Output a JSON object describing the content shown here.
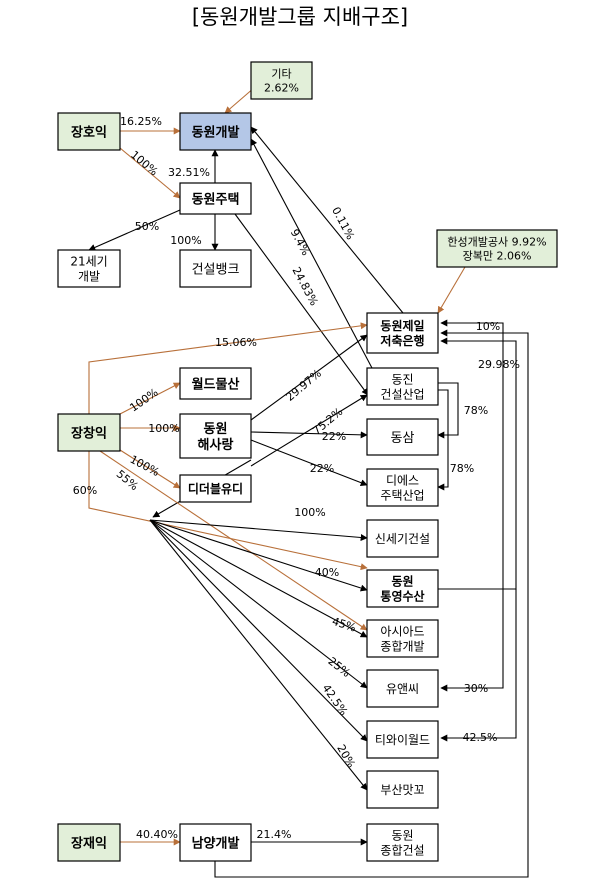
{
  "title": "[동원개발그룹 지배구조]",
  "colors": {
    "black": "#000000",
    "brown": "#b8703a",
    "person_fill": "#e2efd9",
    "highlight_fill": "#b4c7e7",
    "white": "#ffffff"
  },
  "nodes": {
    "gita": {
      "lines": [
        "기타",
        "2.62%"
      ]
    },
    "jang_hoik": {
      "lines": [
        "장호익"
      ]
    },
    "dongwon_gaebal": {
      "lines": [
        "동원개발"
      ]
    },
    "dongwon_jutaek": {
      "lines": [
        "동원주택"
      ]
    },
    "gaebal21": {
      "lines": [
        "21세기",
        "개발"
      ]
    },
    "geonseol_bank": {
      "lines": [
        "건설뱅크"
      ]
    },
    "hansung": {
      "lines": [
        "한성개발공사 9.92%",
        "장복만 2.06%"
      ]
    },
    "jeil_bank": {
      "lines": [
        "동원제일",
        "저축은행"
      ]
    },
    "dongjin": {
      "lines": [
        "동진",
        "건설산업"
      ]
    },
    "world_mulsan": {
      "lines": [
        "월드물산"
      ]
    },
    "jang_changik": {
      "lines": [
        "장창익"
      ]
    },
    "haesarang": {
      "lines": [
        "동원",
        "해사랑"
      ]
    },
    "dongsam": {
      "lines": [
        "동삼"
      ]
    },
    "dieseu": {
      "lines": [
        "디에스",
        "주택산업"
      ]
    },
    "didubeulyudi": {
      "lines": [
        "디더블유디"
      ]
    },
    "sinsegi": {
      "lines": [
        "신세기건설"
      ]
    },
    "tongyeong": {
      "lines": [
        "동원",
        "통영수산"
      ]
    },
    "asiad": {
      "lines": [
        "아시아드",
        "종합개발"
      ]
    },
    "yuanssi": {
      "lines": [
        "유앤씨"
      ]
    },
    "tiwai": {
      "lines": [
        "티와이월드"
      ]
    },
    "busan": {
      "lines": [
        "부산맛꼬"
      ]
    },
    "jang_jaeik": {
      "lines": [
        "장재익"
      ]
    },
    "namyang": {
      "lines": [
        "남양개발"
      ]
    },
    "jonghap": {
      "lines": [
        "동원",
        "종합건설"
      ]
    }
  },
  "edges": [
    {
      "id": "jh-dg",
      "label": "16.25%"
    },
    {
      "id": "jh-dj",
      "label": "100%"
    },
    {
      "id": "gita-dg",
      "label": ""
    },
    {
      "id": "dj-dg",
      "label": "32.51%"
    },
    {
      "id": "dj-21",
      "label": "50%"
    },
    {
      "id": "dj-bank",
      "label": "100%"
    },
    {
      "id": "dj-dongjin",
      "label": "24.83%"
    },
    {
      "id": "jeil-dg",
      "label": "0.11%"
    },
    {
      "id": "dongjin-dg",
      "label": "9.4%"
    },
    {
      "id": "hansung-jeil",
      "label": ""
    },
    {
      "id": "cj-jeil",
      "label": "15.06%"
    },
    {
      "id": "cj-world",
      "label": "100%"
    },
    {
      "id": "cj-hs",
      "label": "100%"
    },
    {
      "id": "cj-dwd",
      "label": "100%"
    },
    {
      "id": "cj-asiad",
      "label": "55%"
    },
    {
      "id": "cj-tongyeong",
      "label": "60%"
    },
    {
      "id": "hs-jeil",
      "label": "29.97%"
    },
    {
      "id": "hs-dongsam",
      "label": "22%"
    },
    {
      "id": "hs-dieseu",
      "label": "22%"
    },
    {
      "id": "dwd-dongjin",
      "label": "75.2%"
    },
    {
      "id": "dongjin-dongsam",
      "label": "78%"
    },
    {
      "id": "dongjin-dieseu",
      "label": "78%"
    },
    {
      "id": "hub-sinsegi",
      "label": "100%"
    },
    {
      "id": "hub-tongyeong",
      "label": "40%"
    },
    {
      "id": "hub-asiad",
      "label": "45%"
    },
    {
      "id": "hub-yuanssi",
      "label": "25%"
    },
    {
      "id": "hub-tiwai",
      "label": "42.5%"
    },
    {
      "id": "hub-busan",
      "label": "20%"
    },
    {
      "id": "tong-jeil",
      "label": "10%"
    },
    {
      "id": "tong-jeil2",
      "label": "29.98%"
    },
    {
      "id": "tong-yuanssi",
      "label": "30%"
    },
    {
      "id": "tong-tiwai",
      "label": "42.5%"
    },
    {
      "id": "jj-namyang",
      "label": "40.40%"
    },
    {
      "id": "ny-jonghap",
      "label": "21.4%"
    },
    {
      "id": "ny-jeil",
      "label": ""
    }
  ]
}
